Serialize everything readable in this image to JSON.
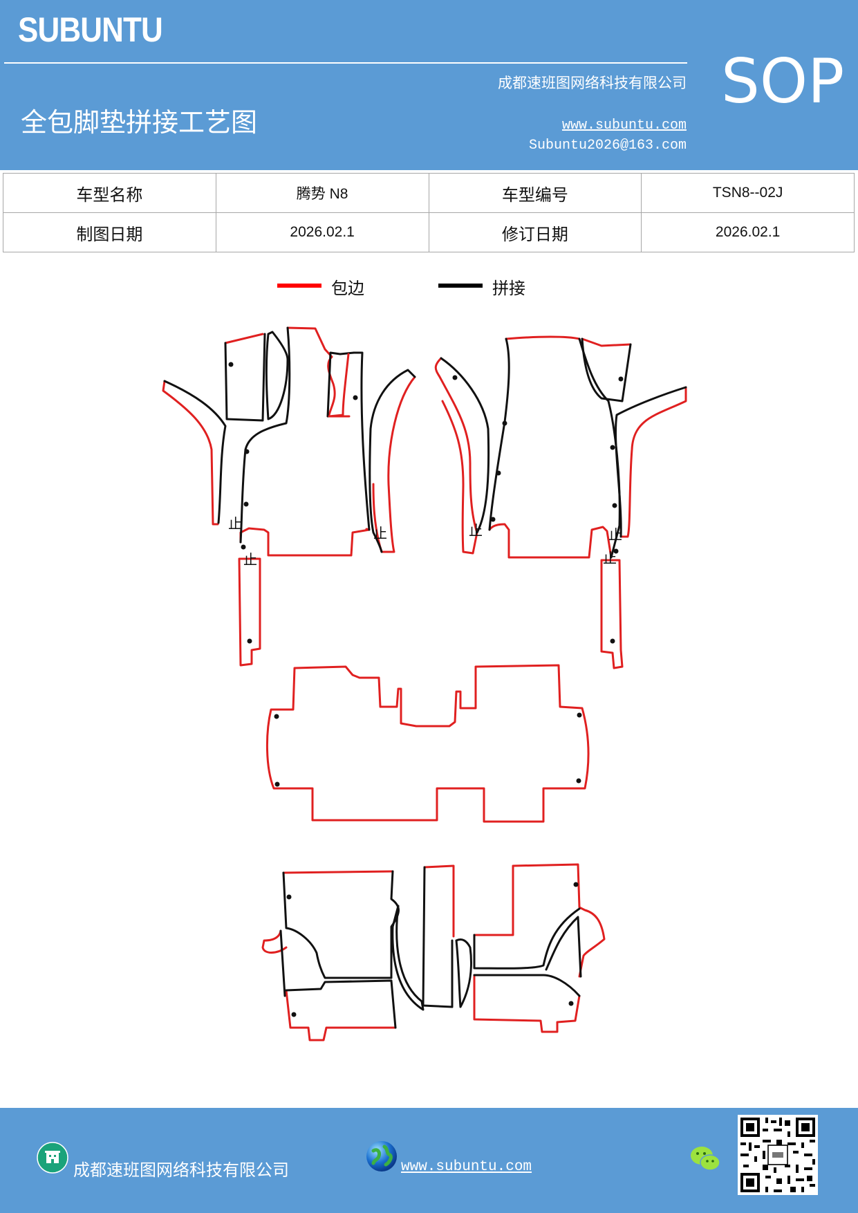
{
  "header": {
    "brand": "SUBUNTU",
    "company": "成都速班图网络科技有限公司",
    "title": "全包脚垫拼接工艺图",
    "website": "www.subuntu.com",
    "email": "Subuntu2026@163.com",
    "badge": "SOP"
  },
  "info_table": {
    "row1": {
      "label1": "车型名称",
      "value1": "腾势 N8",
      "label2": "车型编号",
      "value2": "TSN8--02J"
    },
    "row2": {
      "label1": "制图日期",
      "value1": "2026.02.1",
      "label2": "修订日期",
      "value2": "2026.02.1"
    }
  },
  "legend": {
    "items": [
      {
        "label": "包边",
        "color": "#ff0000"
      },
      {
        "label": "拼接",
        "color": "#000000"
      }
    ]
  },
  "drawing": {
    "edge_color": "#e02020",
    "seam_color": "#111111",
    "stop_mark": "止"
  },
  "footer": {
    "company": "成都速班图网络科技有限公司",
    "website": "www.subuntu.com "
  },
  "icons": [
    "company-icon",
    "globe-icon",
    "wechat-icon",
    "qr-code"
  ]
}
